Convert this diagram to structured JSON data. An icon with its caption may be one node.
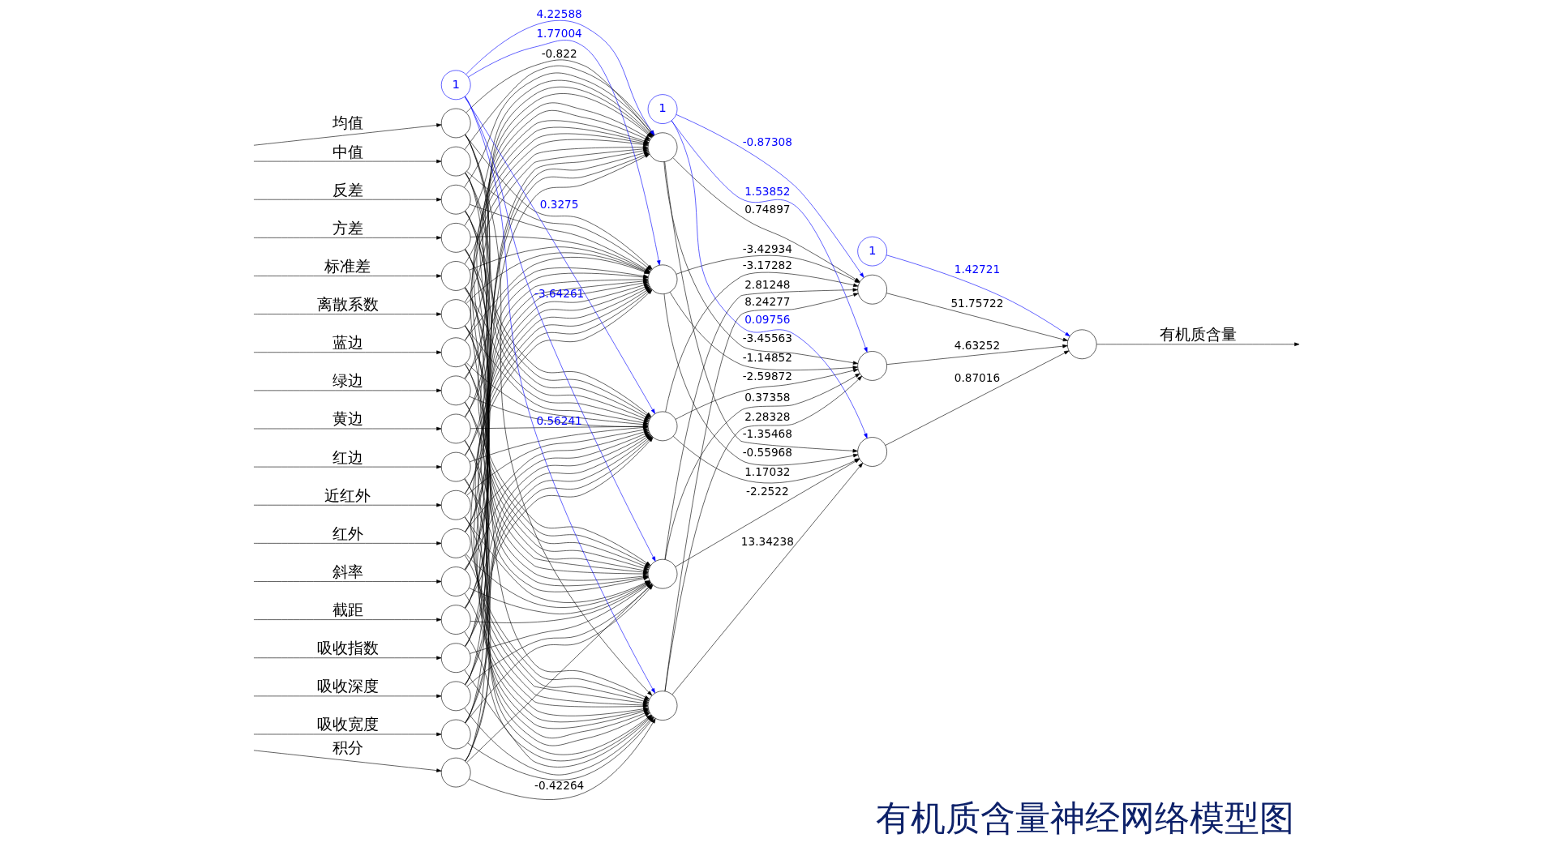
{
  "diagram": {
    "title": "有机质含量神经网络模型图",
    "nodes": [
      {
        "text": [],
        "shape": "circle"
      },
      {
        "text": [],
        "shape": "circle"
      },
      {
        "text": [],
        "shape": "circle"
      },
      {
        "text": [],
        "shape": "circle"
      },
      {
        "text": [],
        "shape": "circle"
      },
      {
        "text": [],
        "shape": "circle"
      },
      {
        "text": [],
        "shape": "circle"
      },
      {
        "text": [],
        "shape": "circle"
      },
      {
        "text": [],
        "shape": "circle"
      },
      {
        "text": [],
        "shape": "circle"
      },
      {
        "text": [],
        "shape": "circle"
      },
      {
        "text": [],
        "shape": "circle"
      },
      {
        "text": [],
        "shape": "circle"
      },
      {
        "text": [],
        "shape": "circle"
      },
      {
        "text": [],
        "shape": "circle"
      },
      {
        "text": [],
        "shape": "circle"
      },
      {
        "text": [],
        "shape": "circle"
      },
      {
        "text": [],
        "shape": "circle"
      },
      {
        "text": [
          "1"
        ]
      },
      {
        "text": [],
        "shape": "circle"
      },
      {
        "text": [],
        "shape": "circle"
      },
      {
        "text": [],
        "shape": "circle"
      },
      {
        "text": [],
        "shape": "circle"
      },
      {
        "text": [],
        "shape": "circle"
      },
      {
        "text": [
          "1"
        ]
      },
      {
        "text": [],
        "shape": "circle"
      },
      {
        "text": [],
        "shape": "circle"
      },
      {
        "text": [],
        "shape": "circle"
      },
      {
        "text": [
          "1"
        ]
      },
      {
        "text": [],
        "shape": "circle"
      }
    ],
    "edges": [
      {
        "from": null,
        "to": 0,
        "arrow": "to",
        "label": "均值"
      },
      {
        "from": null,
        "to": 1,
        "arrow": "to",
        "label": "中值"
      },
      {
        "from": null,
        "to": 2,
        "arrow": "to",
        "label": "反差"
      },
      {
        "from": null,
        "to": 3,
        "arrow": "to",
        "label": "方差"
      },
      {
        "from": null,
        "to": 4,
        "arrow": "to",
        "label": "标准差"
      },
      {
        "from": null,
        "to": 5,
        "arrow": "to",
        "label": "离散系数"
      },
      {
        "from": null,
        "to": 6,
        "arrow": "to",
        "label": "蓝边"
      },
      {
        "from": null,
        "to": 7,
        "arrow": "to",
        "label": "绿边"
      },
      {
        "from": null,
        "to": 8,
        "arrow": "to",
        "label": "黄边"
      },
      {
        "from": null,
        "to": 9,
        "arrow": "to",
        "label": "红边"
      },
      {
        "from": null,
        "to": 10,
        "arrow": "to",
        "label": "近红外"
      },
      {
        "from": null,
        "to": 11,
        "arrow": "to",
        "label": "红外"
      },
      {
        "from": null,
        "to": 12,
        "arrow": "to",
        "label": "斜率"
      },
      {
        "from": null,
        "to": 13,
        "arrow": "to",
        "label": "截距"
      },
      {
        "from": null,
        "to": 14,
        "arrow": "to",
        "label": "吸收指数"
      },
      {
        "from": null,
        "to": 15,
        "arrow": "to",
        "label": "吸收深度"
      },
      {
        "from": null,
        "to": 16,
        "arrow": "to",
        "label": "吸收宽度"
      },
      {
        "from": null,
        "to": 17,
        "arrow": "to",
        "label": "积分"
      },
      {
        "from": 0,
        "to": 19,
        "arrow": "to",
        "label": "-0.822"
      },
      {
        "from": 0,
        "to": 20,
        "arrow": "to"
      },
      {
        "from": 0,
        "to": 21,
        "arrow": "to"
      },
      {
        "from": 0,
        "to": 22,
        "arrow": "to"
      },
      {
        "from": 0,
        "to": 23,
        "arrow": "to"
      },
      {
        "from": 1,
        "to": 19,
        "arrow": "to"
      },
      {
        "from": 1,
        "to": 20,
        "arrow": "to"
      },
      {
        "from": 1,
        "to": 21,
        "arrow": "to"
      },
      {
        "from": 1,
        "to": 22,
        "arrow": "to"
      },
      {
        "from": 1,
        "to": 23,
        "arrow": "to"
      },
      {
        "from": 2,
        "to": 19,
        "arrow": "to"
      },
      {
        "from": 2,
        "to": 20,
        "arrow": "to"
      },
      {
        "from": 2,
        "to": 21,
        "arrow": "to"
      },
      {
        "from": 2,
        "to": 22,
        "arrow": "to"
      },
      {
        "from": 2,
        "to": 23,
        "arrow": "to"
      },
      {
        "from": 3,
        "to": 19,
        "arrow": "to"
      },
      {
        "from": 3,
        "to": 20,
        "arrow": "to"
      },
      {
        "from": 3,
        "to": 21,
        "arrow": "to"
      },
      {
        "from": 3,
        "to": 22,
        "arrow": "to"
      },
      {
        "from": 3,
        "to": 23,
        "arrow": "to"
      },
      {
        "from": 4,
        "to": 19,
        "arrow": "to"
      },
      {
        "from": 4,
        "to": 20,
        "arrow": "to"
      },
      {
        "from": 4,
        "to": 21,
        "arrow": "to"
      },
      {
        "from": 4,
        "to": 22,
        "arrow": "to"
      },
      {
        "from": 4,
        "to": 23,
        "arrow": "to"
      },
      {
        "from": 5,
        "to": 19,
        "arrow": "to"
      },
      {
        "from": 5,
        "to": 20,
        "arrow": "to"
      },
      {
        "from": 5,
        "to": 21,
        "arrow": "to"
      },
      {
        "from": 5,
        "to": 22,
        "arrow": "to"
      },
      {
        "from": 5,
        "to": 23,
        "arrow": "to"
      },
      {
        "from": 6,
        "to": 19,
        "arrow": "to"
      },
      {
        "from": 6,
        "to": 20,
        "arrow": "to"
      },
      {
        "from": 6,
        "to": 21,
        "arrow": "to"
      },
      {
        "from": 6,
        "to": 22,
        "arrow": "to"
      },
      {
        "from": 6,
        "to": 23,
        "arrow": "to"
      },
      {
        "from": 7,
        "to": 19,
        "arrow": "to"
      },
      {
        "from": 7,
        "to": 20,
        "arrow": "to"
      },
      {
        "from": 7,
        "to": 21,
        "arrow": "to"
      },
      {
        "from": 7,
        "to": 22,
        "arrow": "to"
      },
      {
        "from": 7,
        "to": 23,
        "arrow": "to"
      },
      {
        "from": 8,
        "to": 19,
        "arrow": "to"
      },
      {
        "from": 8,
        "to": 20,
        "arrow": "to"
      },
      {
        "from": 8,
        "to": 21,
        "arrow": "to"
      },
      {
        "from": 8,
        "to": 22,
        "arrow": "to"
      },
      {
        "from": 8,
        "to": 23,
        "arrow": "to"
      },
      {
        "from": 9,
        "to": 19,
        "arrow": "to"
      },
      {
        "from": 9,
        "to": 20,
        "arrow": "to"
      },
      {
        "from": 9,
        "to": 21,
        "arrow": "to"
      },
      {
        "from": 9,
        "to": 22,
        "arrow": "to"
      },
      {
        "from": 9,
        "to": 23,
        "arrow": "to"
      },
      {
        "from": 10,
        "to": 19,
        "arrow": "to"
      },
      {
        "from": 10,
        "to": 20,
        "arrow": "to"
      },
      {
        "from": 10,
        "to": 21,
        "arrow": "to"
      },
      {
        "from": 10,
        "to": 22,
        "arrow": "to"
      },
      {
        "from": 10,
        "to": 23,
        "arrow": "to"
      },
      {
        "from": 11,
        "to": 19,
        "arrow": "to"
      },
      {
        "from": 11,
        "to": 20,
        "arrow": "to"
      },
      {
        "from": 11,
        "to": 21,
        "arrow": "to"
      },
      {
        "from": 11,
        "to": 22,
        "arrow": "to"
      },
      {
        "from": 11,
        "to": 23,
        "arrow": "to"
      },
      {
        "from": 12,
        "to": 19,
        "arrow": "to"
      },
      {
        "from": 12,
        "to": 20,
        "arrow": "to"
      },
      {
        "from": 12,
        "to": 21,
        "arrow": "to"
      },
      {
        "from": 12,
        "to": 22,
        "arrow": "to"
      },
      {
        "from": 12,
        "to": 23,
        "arrow": "to"
      },
      {
        "from": 13,
        "to": 19,
        "arrow": "to"
      },
      {
        "from": 13,
        "to": 20,
        "arrow": "to"
      },
      {
        "from": 13,
        "to": 21,
        "arrow": "to"
      },
      {
        "from": 13,
        "to": 22,
        "arrow": "to"
      },
      {
        "from": 13,
        "to": 23,
        "arrow": "to"
      },
      {
        "from": 14,
        "to": 19,
        "arrow": "to"
      },
      {
        "from": 14,
        "to": 20,
        "arrow": "to"
      },
      {
        "from": 14,
        "to": 21,
        "arrow": "to"
      },
      {
        "from": 14,
        "to": 22,
        "arrow": "to"
      },
      {
        "from": 14,
        "to": 23,
        "arrow": "to"
      },
      {
        "from": 15,
        "to": 19,
        "arrow": "to"
      },
      {
        "from": 15,
        "to": 20,
        "arrow": "to"
      },
      {
        "from": 15,
        "to": 21,
        "arrow": "to"
      },
      {
        "from": 15,
        "to": 22,
        "arrow": "to"
      },
      {
        "from": 15,
        "to": 23,
        "arrow": "to"
      },
      {
        "from": 16,
        "to": 19,
        "arrow": "to"
      },
      {
        "from": 16,
        "to": 20,
        "arrow": "to"
      },
      {
        "from": 16,
        "to": 21,
        "arrow": "to"
      },
      {
        "from": 16,
        "to": 22,
        "arrow": "to"
      },
      {
        "from": 16,
        "to": 23,
        "arrow": "to"
      },
      {
        "from": 17,
        "to": 19,
        "arrow": "to"
      },
      {
        "from": 17,
        "to": 20,
        "arrow": "to"
      },
      {
        "from": 17,
        "to": 21,
        "arrow": "to"
      },
      {
        "from": 17,
        "to": 22,
        "arrow": "to"
      },
      {
        "from": 17,
        "to": 23,
        "arrow": "to",
        "label": "-0.42264"
      },
      {
        "from": 18,
        "to": 19,
        "arrow": "to",
        "label": "4.22588",
        "color": "#0000ff"
      },
      {
        "from": 18,
        "to": 20,
        "arrow": "to",
        "label": "1.77004",
        "color": "#0000ff"
      },
      {
        "from": 18,
        "to": 21,
        "arrow": "to",
        "label": "0.3275",
        "color": "#0000ff"
      },
      {
        "from": 18,
        "to": 22,
        "arrow": "to",
        "label": "-3.64261",
        "color": "#0000ff"
      },
      {
        "from": 18,
        "to": 23,
        "arrow": "to",
        "label": "0.56241",
        "color": "#0000ff"
      },
      {
        "from": 19,
        "to": 25,
        "arrow": "to",
        "label": "0.74897"
      },
      {
        "from": 19,
        "to": 26,
        "arrow": "to",
        "label": "-3.45563"
      },
      {
        "from": 19,
        "to": 27,
        "arrow": "to",
        "label": "-1.35468"
      },
      {
        "from": 20,
        "to": 25,
        "arrow": "to",
        "label": "-3.42934"
      },
      {
        "from": 20,
        "to": 26,
        "arrow": "to",
        "label": "-1.14852"
      },
      {
        "from": 20,
        "to": 27,
        "arrow": "to",
        "label": "-0.55968"
      },
      {
        "from": 21,
        "to": 25,
        "arrow": "to",
        "label": "-3.17282"
      },
      {
        "from": 21,
        "to": 26,
        "arrow": "to",
        "label": "-2.59872"
      },
      {
        "from": 21,
        "to": 27,
        "arrow": "to",
        "label": "1.17032"
      },
      {
        "from": 22,
        "to": 25,
        "arrow": "to",
        "label": "2.81248"
      },
      {
        "from": 22,
        "to": 26,
        "arrow": "to",
        "label": "0.37358"
      },
      {
        "from": 22,
        "to": 27,
        "arrow": "to",
        "label": "-2.2522"
      },
      {
        "from": 23,
        "to": 25,
        "arrow": "to",
        "label": "8.24277"
      },
      {
        "from": 23,
        "to": 26,
        "arrow": "to",
        "label": "2.28328"
      },
      {
        "from": 23,
        "to": 27,
        "arrow": "to",
        "label": "13.34238"
      },
      {
        "from": 24,
        "to": 25,
        "arrow": "to",
        "label": "-0.87308",
        "color": "#0000ff"
      },
      {
        "from": 24,
        "to": 26,
        "arrow": "to",
        "label": "1.53852",
        "color": "#0000ff"
      },
      {
        "from": 24,
        "to": 27,
        "arrow": "to",
        "label": "0.09756",
        "color": "#0000ff"
      },
      {
        "from": 25,
        "to": 29,
        "arrow": "to",
        "label": "51.75722"
      },
      {
        "from": 26,
        "to": 29,
        "arrow": "to",
        "label": "4.63252"
      },
      {
        "from": 27,
        "to": 29,
        "arrow": "to",
        "label": "0.87016"
      },
      {
        "from": 28,
        "to": 29,
        "arrow": "to",
        "label": "1.42721",
        "color": "#0000ff"
      },
      {
        "from": 29,
        "to": null,
        "arrow": "to",
        "label": "有机质含量"
      }
    ]
  }
}
